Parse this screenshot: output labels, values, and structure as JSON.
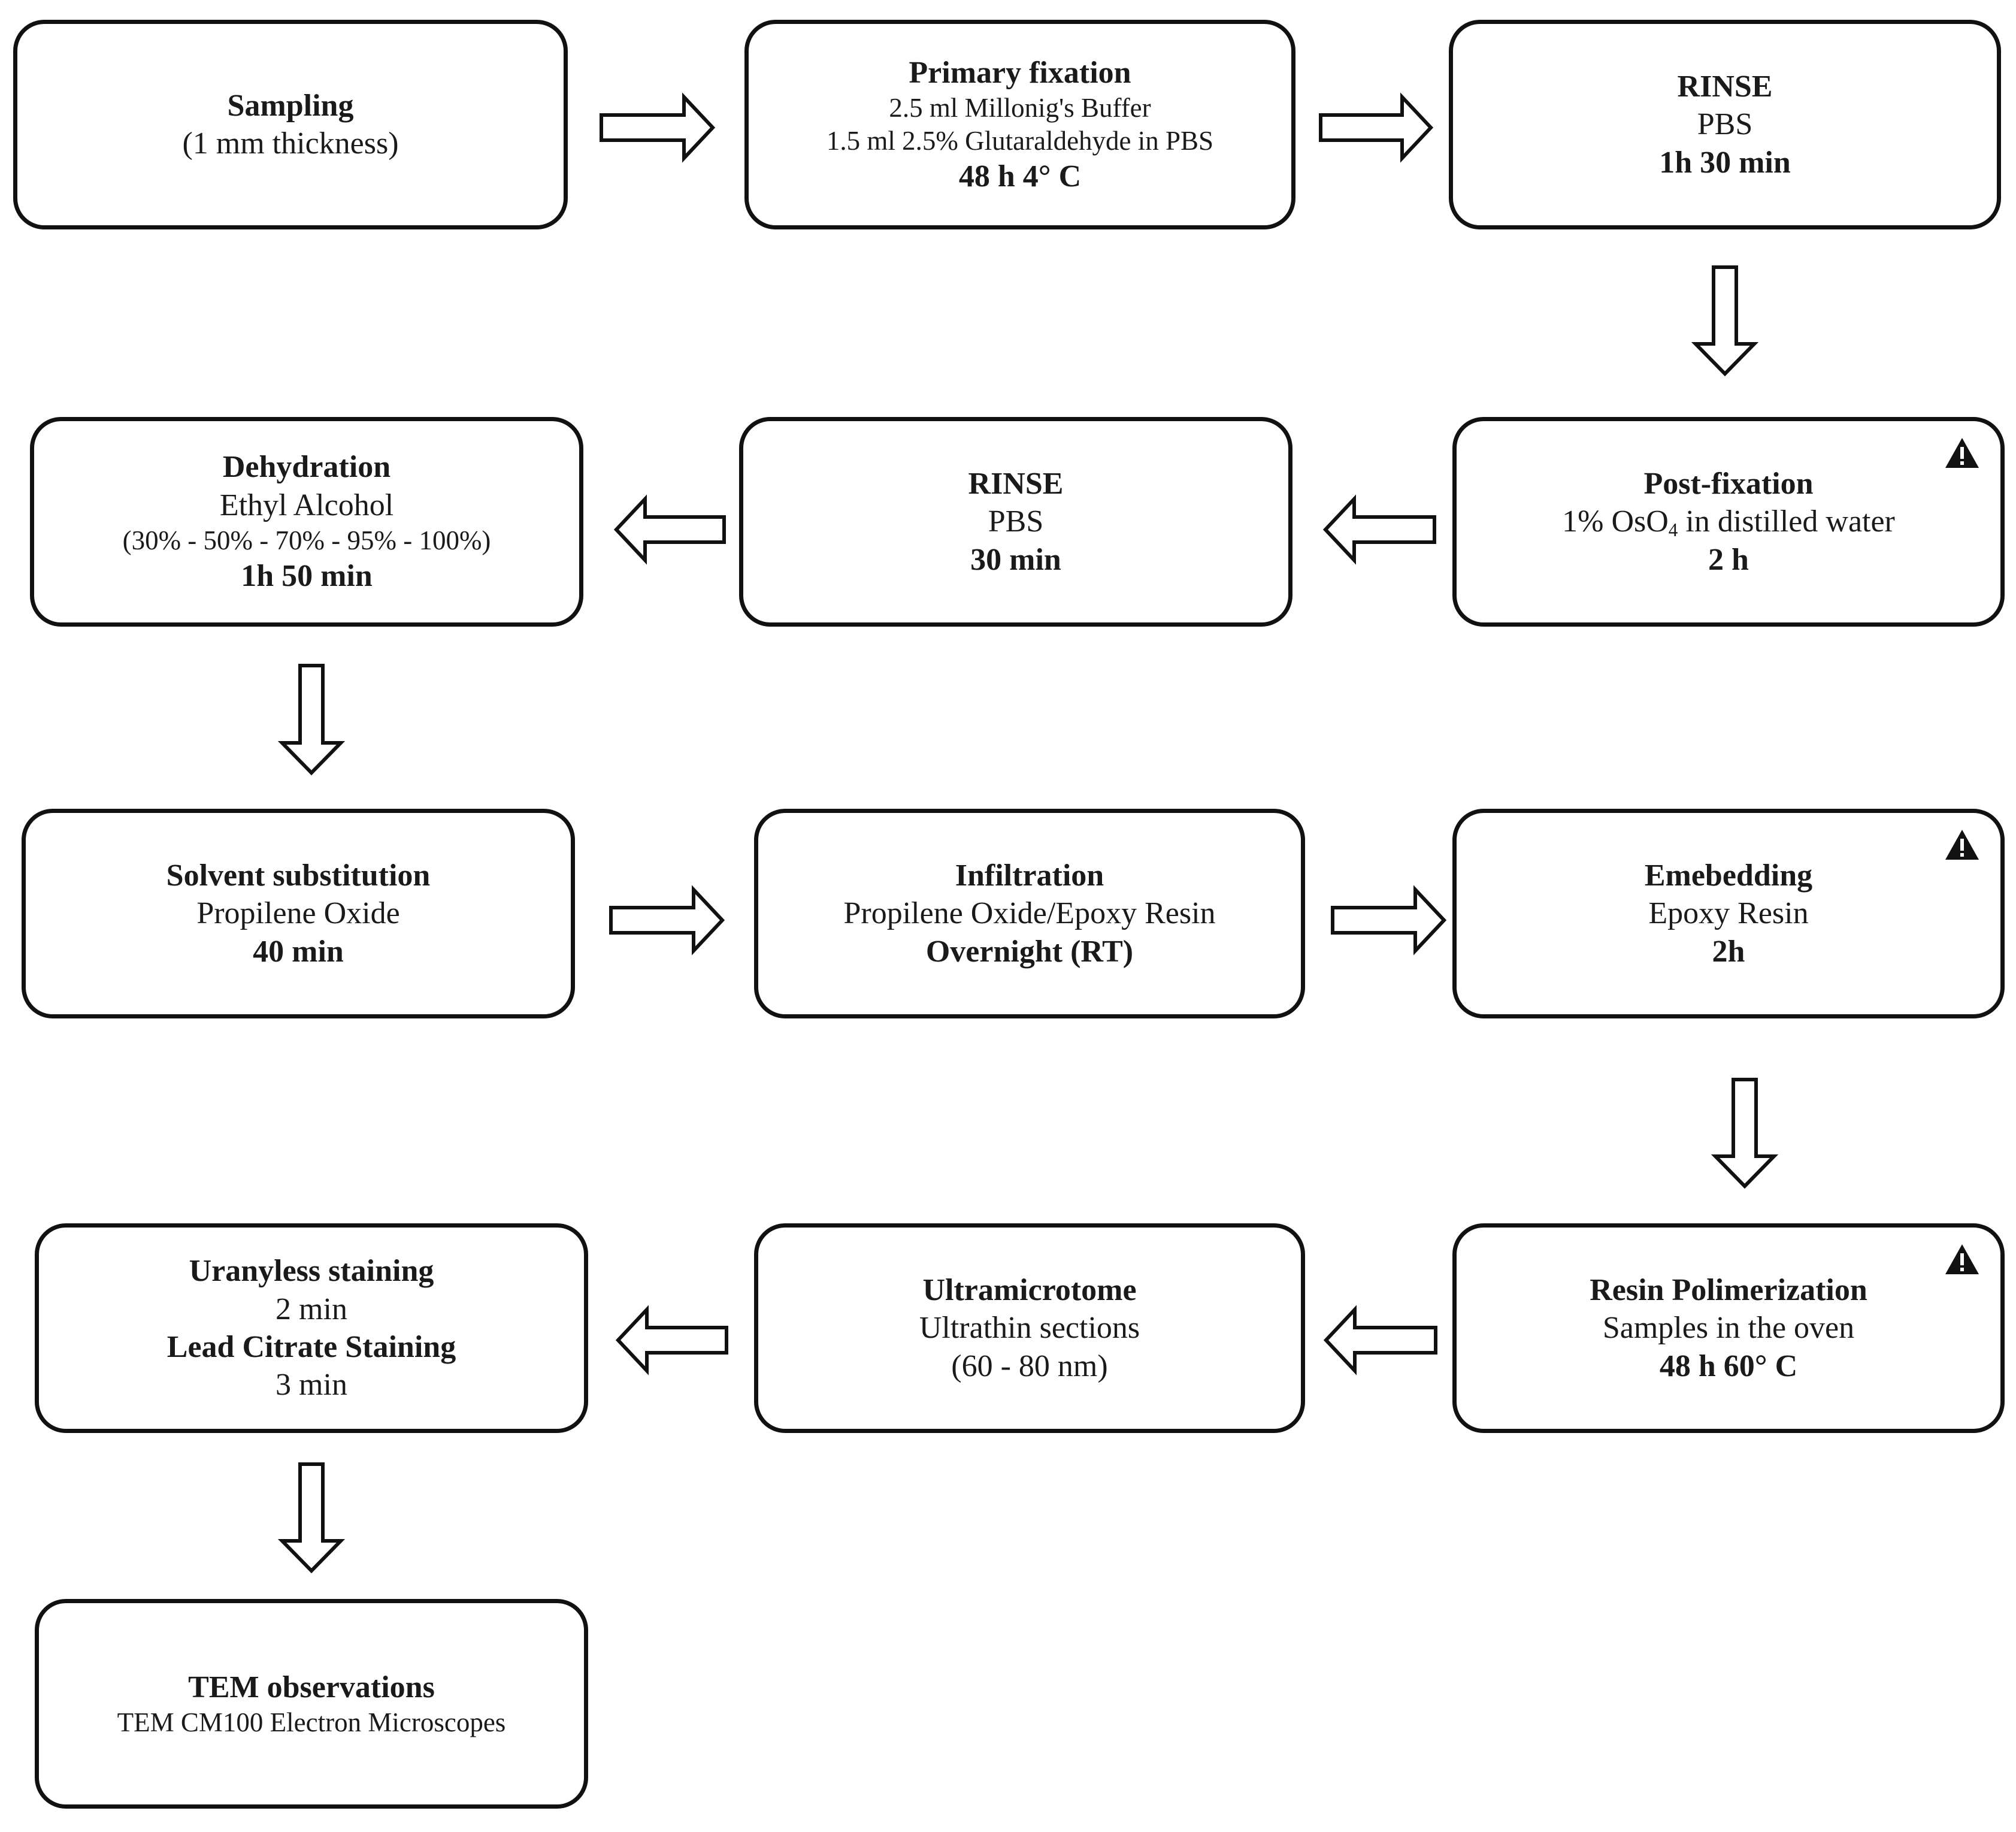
{
  "steps": {
    "sampling": {
      "title": "Sampling",
      "detail": "(1 mm thickness)"
    },
    "primary_fixation": {
      "title": "Primary fixation",
      "buffer": "2.5 ml Millonig's Buffer",
      "fixative": "1.5 ml 2.5% Glutaraldehyde in PBS",
      "time": "48 h 4°  C"
    },
    "rinse_1": {
      "title": "RINSE",
      "solution": "PBS",
      "time": "1h 30 min"
    },
    "post_fixation": {
      "title": "Post-fixation",
      "solution_pre": "1% OsO",
      "solution_sub": "4",
      "solution_post": " in distilled water",
      "time": "2 h"
    },
    "rinse_2": {
      "title": "RINSE",
      "solution": "PBS",
      "time": "30 min"
    },
    "dehydration": {
      "title": "Dehydration",
      "solution": "Ethyl Alcohol",
      "series": "(30% - 50% - 70% - 95% - 100%)",
      "time": "1h 50 min"
    },
    "solvent_substitution": {
      "title": "Solvent substitution",
      "solution": "Propilene Oxide",
      "time": "40 min"
    },
    "infiltration": {
      "title": "Infiltration",
      "solution": "Propilene Oxide/Epoxy Resin",
      "time": "Overnight (RT)"
    },
    "embedding": {
      "title": "Emebedding",
      "solution": "Epoxy Resin",
      "time": "2h"
    },
    "resin_polymerization": {
      "title": "Resin Polimerization",
      "detail": "Samples in the oven",
      "time": "48 h 60° C"
    },
    "ultramicrotome": {
      "title": "Ultramicrotome",
      "detail": "Ultrathin sections",
      "range": "(60 - 80 nm)"
    },
    "staining": {
      "uranyl_title": "Uranyless staining",
      "uranyl_time": "2 min",
      "lead_title": "Lead Citrate Staining",
      "lead_time": "3 min"
    },
    "tem_observations": {
      "title": "TEM observations",
      "detail": "TEM CM100 Electron Microscopes"
    }
  },
  "warning_icon": "warning-triangle-icon",
  "colors": {
    "stroke": "#111111",
    "background": "#ffffff",
    "text": "#1a1a1a"
  }
}
